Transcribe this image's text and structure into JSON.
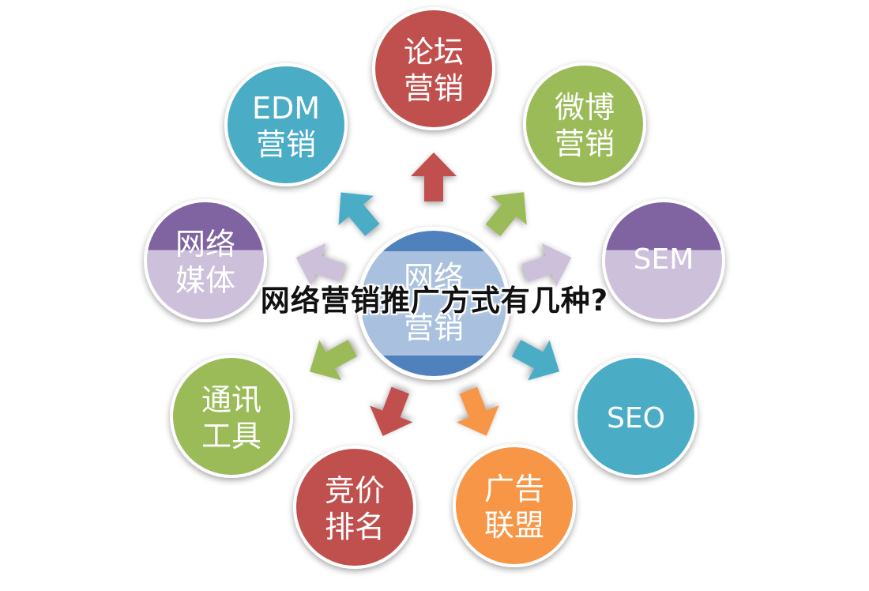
{
  "center": {
    "line1": "网络",
    "line2": "营销",
    "top_color": "#4F81BD",
    "band_color": "#B8CCE4"
  },
  "nodes": [
    {
      "id": "forum",
      "line1": "论坛",
      "line2": "营销",
      "color": "#C0504D"
    },
    {
      "id": "weibo",
      "line1": "微博",
      "line2": "营销",
      "color": "#9BBB59"
    },
    {
      "id": "sem",
      "line1": "SEM",
      "line2": "",
      "color": "#8064A2",
      "band_color": "#CCC0DA"
    },
    {
      "id": "seo",
      "line1": "SEO",
      "line2": "",
      "color": "#4BACC6"
    },
    {
      "id": "ad",
      "line1": "广告",
      "line2": "联盟",
      "color": "#F79646"
    },
    {
      "id": "bidding",
      "line1": "竞价",
      "line2": "排名",
      "color": "#C0504D"
    },
    {
      "id": "im",
      "line1": "通讯",
      "line2": "工具",
      "color": "#9BBB59"
    },
    {
      "id": "media",
      "line1": "网络",
      "line2": "媒体",
      "color": "#8064A2",
      "band_color": "#CCC0DA"
    },
    {
      "id": "edm",
      "line1": "EDM",
      "line2": "营销",
      "color": "#4BACC6"
    }
  ],
  "arrow_colors": [
    "#C0504D",
    "#9BBB59",
    "#CCC0DA",
    "#4BACC6",
    "#F79646",
    "#C0504D",
    "#9BBB59",
    "#CCC0DA",
    "#4BACC6"
  ],
  "overlay_title": "网络营销推广方式有几种?"
}
